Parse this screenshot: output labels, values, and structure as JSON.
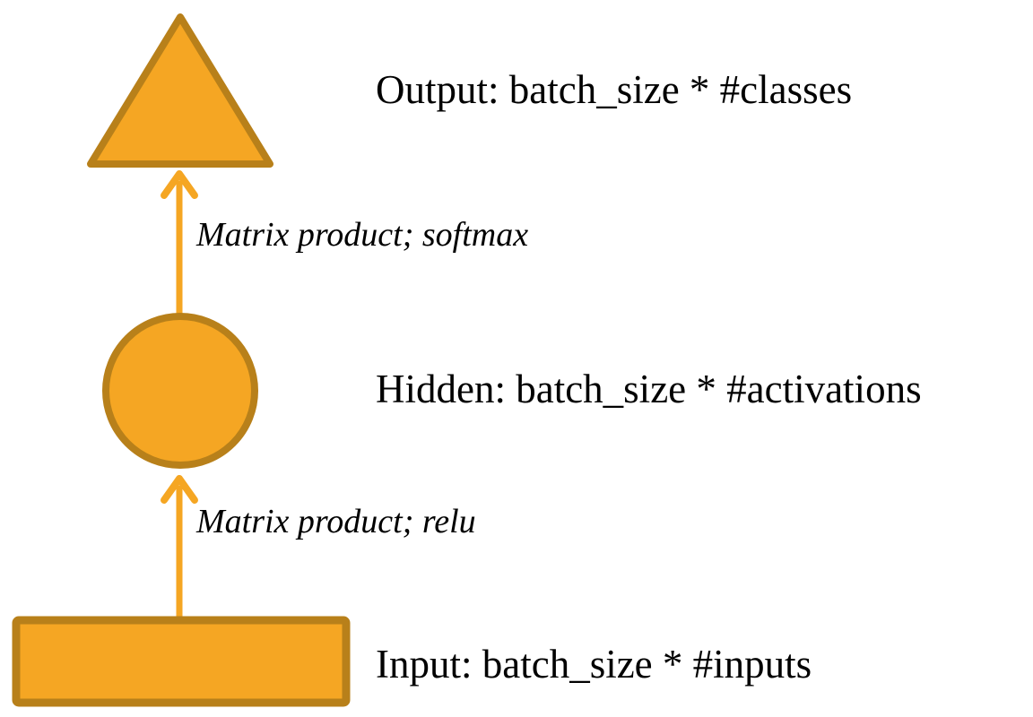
{
  "diagram": {
    "title": "Neural network layer dimensions diagram",
    "background_color": "#ffffff",
    "shape_fill_color": "#F5A623",
    "shape_stroke_color": "#B8801A",
    "arrow_color": "#F5A623",
    "text_color": "#000000",
    "nodes": [
      {
        "id": "output",
        "shape": "triangle",
        "label": "Output: batch_size * #classes",
        "icon": "triangle-shape"
      },
      {
        "id": "hidden",
        "shape": "circle",
        "label": "Hidden: batch_size * #activations",
        "icon": "circle-shape"
      },
      {
        "id": "input",
        "shape": "rectangle",
        "label": "Input: batch_size * #inputs",
        "icon": "rectangle-shape"
      }
    ],
    "edges": [
      {
        "id": "hidden-to-output",
        "from": "hidden",
        "to": "output",
        "label": "Matrix product; softmax",
        "direction": "up",
        "icon": "arrow-up-icon"
      },
      {
        "id": "input-to-hidden",
        "from": "input",
        "to": "hidden",
        "label": "Matrix product; relu",
        "direction": "up",
        "icon": "arrow-up-icon"
      }
    ]
  }
}
